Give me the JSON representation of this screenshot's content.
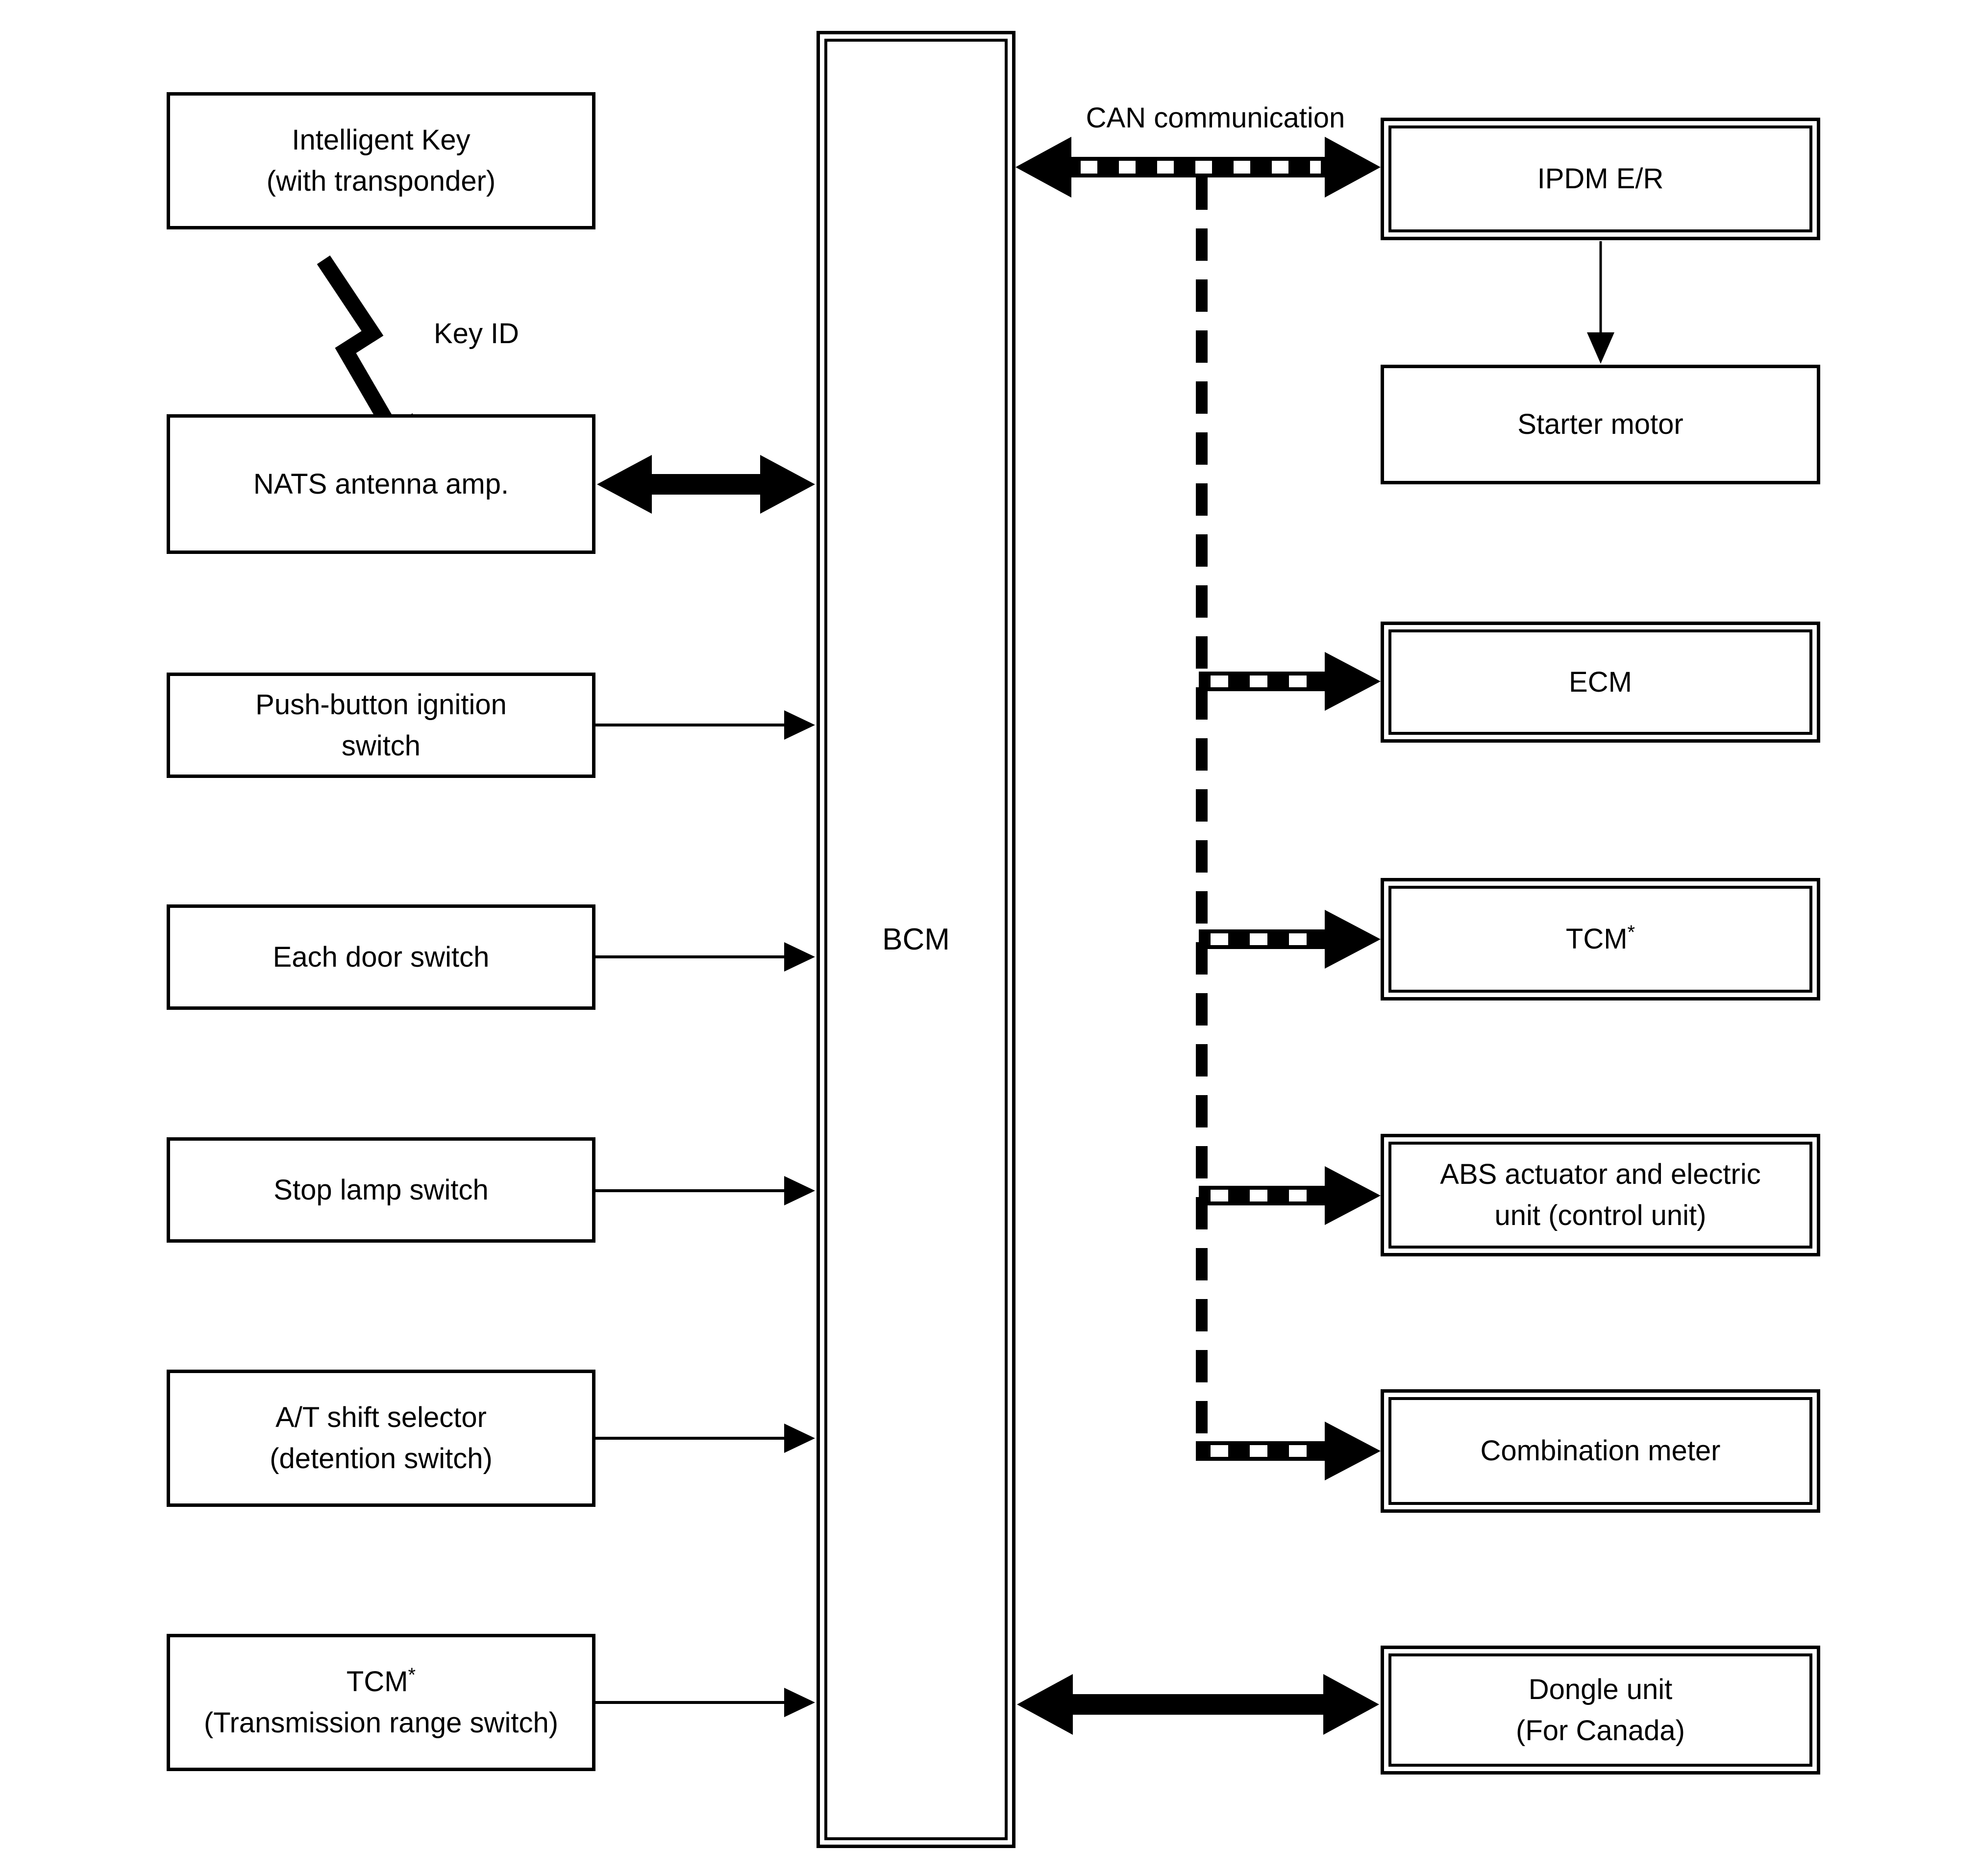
{
  "colors": {
    "ink": "#000000",
    "paper": "#ffffff"
  },
  "labels": {
    "can": "CAN communication",
    "key_id": "Key ID"
  },
  "bcm": {
    "label": "BCM"
  },
  "left_nodes": {
    "intelligent_key": {
      "line1": "Intelligent Key",
      "line2": "(with transponder)"
    },
    "nats_antenna_amp": {
      "line1": "NATS antenna amp."
    },
    "push_button_ignition_switch": {
      "line1": "Push-button ignition",
      "line2": "switch"
    },
    "each_door_switch": {
      "line1": "Each door switch"
    },
    "stop_lamp_switch": {
      "line1": "Stop lamp switch"
    },
    "at_shift_selector": {
      "line1": "A/T shift selector",
      "line2": "(detention switch)"
    },
    "tcm_left": {
      "line1_main": "TCM",
      "line1_sup": "*",
      "line2": "(Transmission range switch)"
    }
  },
  "right_nodes": {
    "ipdm_er": {
      "line1": "IPDM E/R"
    },
    "starter_motor": {
      "line1": "Starter motor"
    },
    "ecm": {
      "line1": "ECM"
    },
    "tcm_right": {
      "line1_main": "TCM",
      "line1_sup": "*"
    },
    "abs_unit": {
      "line1": "ABS actuator and electric",
      "line2": "unit (control unit)"
    },
    "combination_meter": {
      "line1": "Combination meter"
    },
    "dongle_unit": {
      "line1": "Dongle unit",
      "line2": "(For Canada)"
    }
  }
}
